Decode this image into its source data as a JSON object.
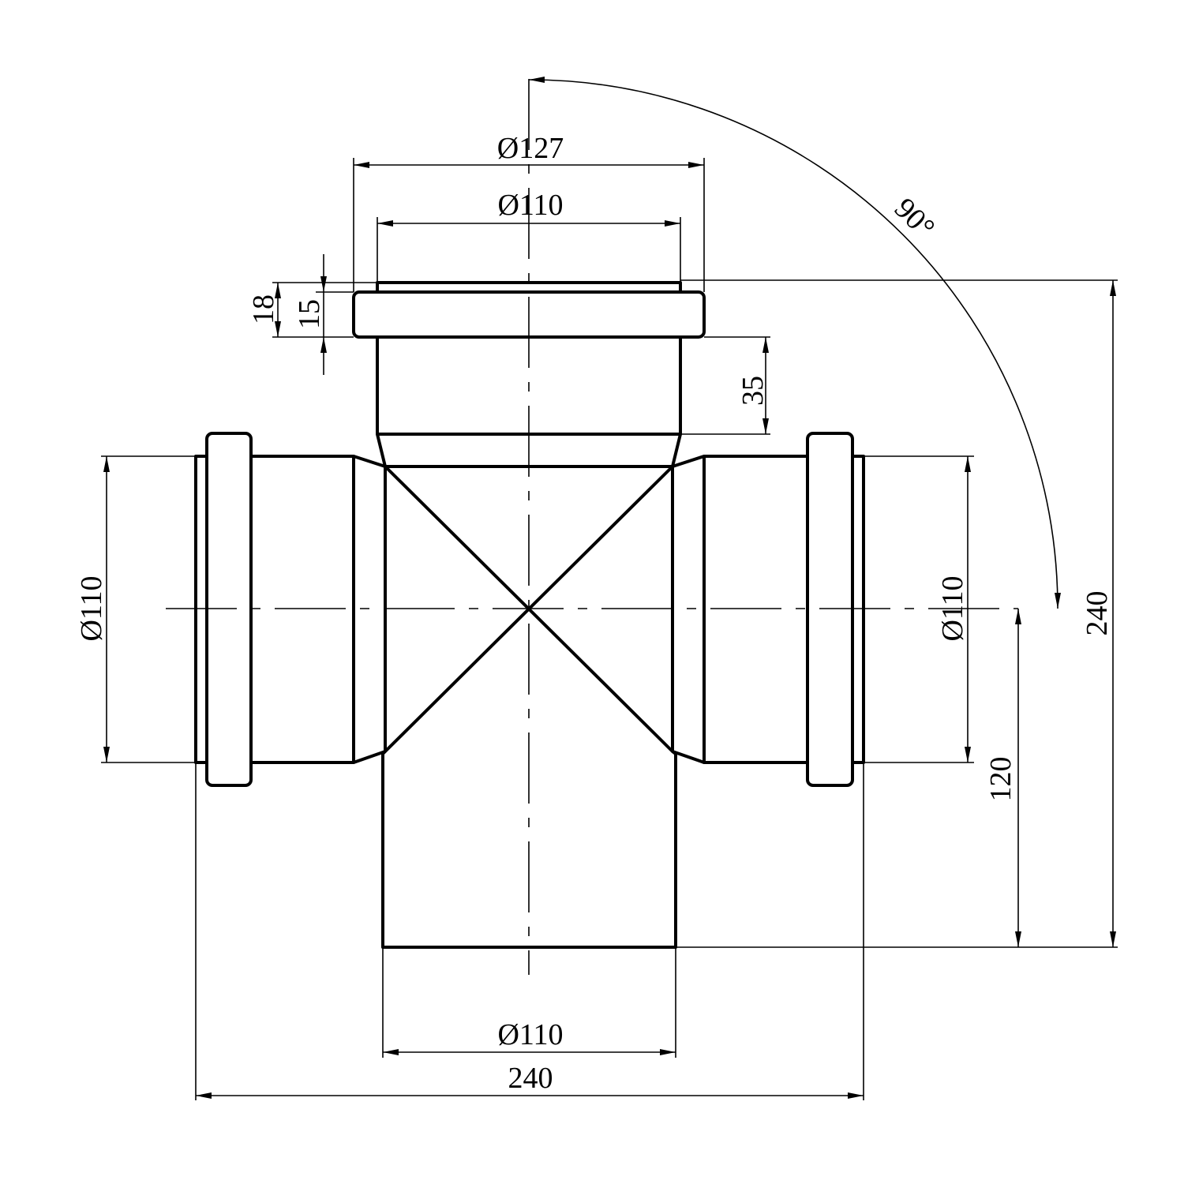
{
  "drawing": {
    "title": "Pipe cross fitting",
    "dimensions": {
      "top_flange_diameter": "Ø127",
      "top_pipe_diameter": "Ø110",
      "flange_total_height": "18",
      "flange_height": "15",
      "socket_depth": "35",
      "left_pipe_diameter": "Ø110",
      "right_pipe_diameter": "Ø110",
      "center_to_bottom": "120",
      "total_height": "240",
      "bottom_pipe_diameter": "Ø110",
      "total_width": "240",
      "angle": "90°"
    },
    "line_color": "#000000",
    "background": "#ffffff"
  }
}
